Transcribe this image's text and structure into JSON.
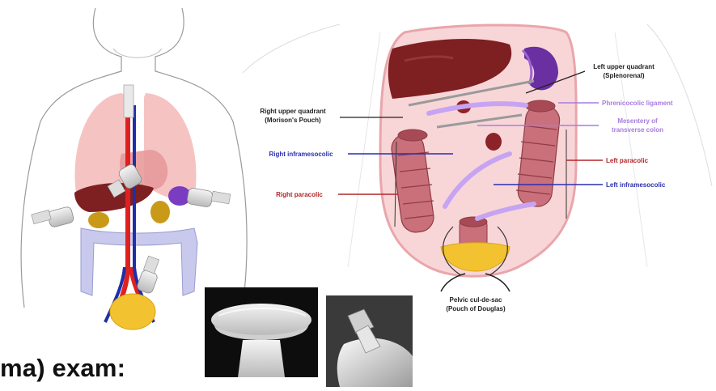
{
  "slide": {
    "title_fragment": "ma) exam:"
  },
  "diagram": {
    "labels": {
      "left_upper_quadrant_line1": "Left upper quadrant",
      "left_upper_quadrant_line2": "(Splenorenal)",
      "right_upper_quadrant_line1": "Right upper quadrant",
      "right_upper_quadrant_line2": "(Morison's Pouch)",
      "phrenicocolic_ligament": "Phrenicocolic ligament",
      "mesentery_line1": "Mesentery of",
      "mesentery_line2": "transverse colon",
      "right_inframesocolic": "Right inframesocolic",
      "left_paracolic": "Left paracolic",
      "left_inframesocolic": "Left inframesocolic",
      "right_paracolic": "Right paracolic",
      "pelvic_line1": "Pelvic cul-de-sac",
      "pelvic_line2": "(Pouch of Douglas)"
    },
    "colors": {
      "liver": "#7e1f22",
      "spleen": "#6a2fa0",
      "colon": "#c9707a",
      "peritoneum": "#f8d6d8",
      "bladder": "#f2c230",
      "artery": "#e02020",
      "vein": "#1e2fa8",
      "lungs": "#f4b8b8"
    }
  },
  "images": {
    "probe_curved": "curved-array-probe-photo",
    "probe_phased": "phased-array-probe-photo"
  }
}
